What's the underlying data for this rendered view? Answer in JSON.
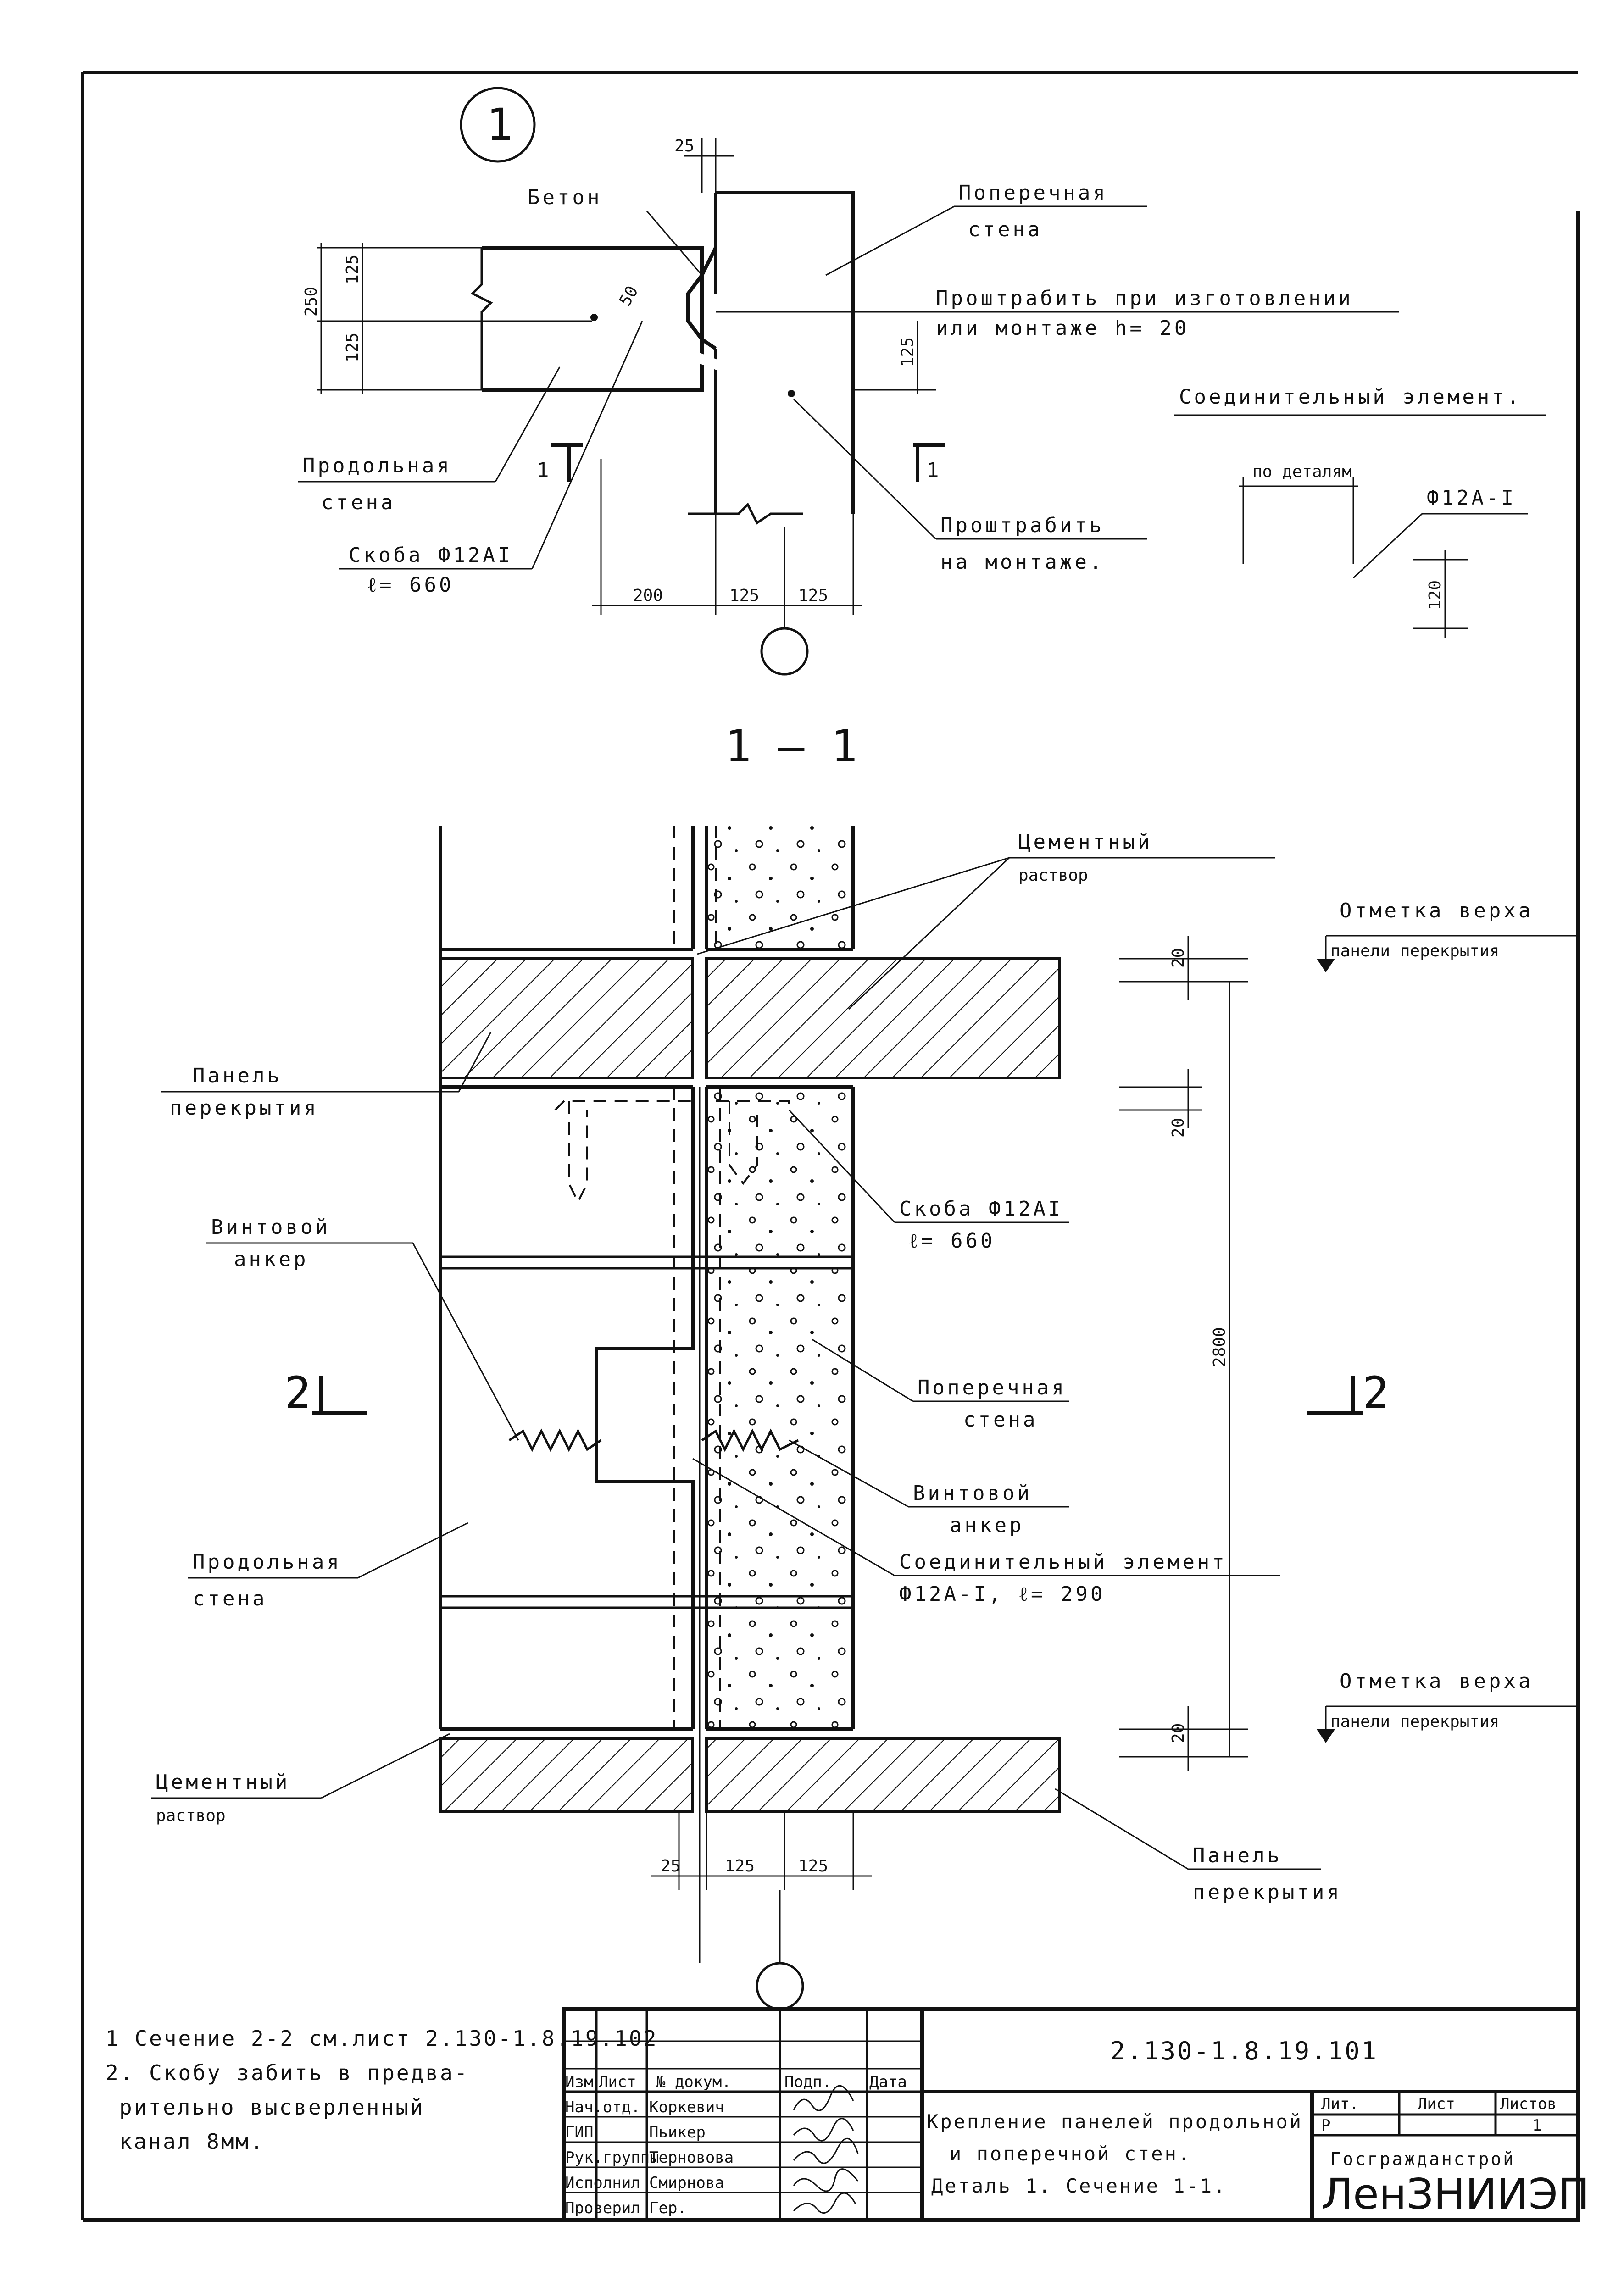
{
  "detail_mark": "1",
  "section_title": "1 — 1",
  "top_view": {
    "labels": {
      "beton": "Бетон",
      "poperechnaya_stena": [
        "Поперечная",
        "стена"
      ],
      "proshtrabit_izgot": [
        "Проштрабить при изготовлении",
        "или монтаже   h= 20"
      ],
      "prodolnaya_stena": [
        "Продольная",
        "стена"
      ],
      "skoba": [
        "Скоба Ф12АI",
        "ℓ= 660"
      ],
      "proshtrabit_montazh": [
        "Проштрабить",
        "на монтаже."
      ],
      "section_mark": "1"
    },
    "dims": {
      "d25": "25",
      "d250": "250",
      "d125a": "125",
      "d125b": "125",
      "d125c": "125",
      "d50": "50",
      "d200": "200",
      "d125d": "125",
      "d125e": "125"
    }
  },
  "connector": {
    "title": "Соединительный элемент.",
    "po_detalyam": "по деталям",
    "spec": "Ф12А-I",
    "dim": "120"
  },
  "section_view": {
    "labels": {
      "cement_top": [
        "Цементный",
        "раствор"
      ],
      "otmetka_top": [
        "Отметка верха",
        "панели перекрытия"
      ],
      "panel_left": [
        "Панель",
        "перекрытия"
      ],
      "skoba": [
        "Скоба Ф12АI",
        "ℓ= 660"
      ],
      "vint_left": [
        "Винтовой",
        "анкер"
      ],
      "poperechnaya": [
        "Поперечная",
        "стена"
      ],
      "vint_right": [
        "Винтовой",
        "анкер"
      ],
      "soed": [
        "Соединительный элемент",
        "Ф12А-I,  ℓ= 290"
      ],
      "prodolnaya": [
        "Продольная",
        "стена"
      ],
      "otmetka_bot": [
        "Отметка верха",
        "панели перекрытия"
      ],
      "cement_bot": [
        "Цементный",
        "раствор"
      ],
      "panel_right": [
        "Панель",
        "перекрытия"
      ],
      "mark2": "2"
    },
    "dims": {
      "d20a": "20",
      "d20b": "20",
      "d20c": "20",
      "h2800": "2800",
      "b25": "25",
      "b125a": "125",
      "b125b": "125"
    }
  },
  "notes": [
    "1 Сечение 2-2  см.лист 2.130-1.8.19.102",
    "2. Скобу забить в предва-",
    "рительно высверленный",
    "канал 8мм."
  ],
  "title_block": {
    "code": "2.130-1.8.19.101",
    "headers": [
      "Изм",
      "Лист",
      "№ докум.",
      "Подп.",
      "Дата"
    ],
    "rows": [
      {
        "role": "Нач.отд.",
        "name": "Коркевич"
      },
      {
        "role": "ГИП",
        "name": "Пьикер"
      },
      {
        "role": "Рук.группы",
        "name": "Терновова"
      },
      {
        "role": "Исполнил",
        "name": "Смирнова"
      },
      {
        "role": "Проверил",
        "name": "Гер."
      }
    ],
    "title_lines": [
      "Крепление панелей продольной",
      "и поперечной стен.",
      "Деталь 1.  Сечение 1-1."
    ],
    "lit_header": "Лит.",
    "list_header": "Лист",
    "listov_header": "Листов",
    "lit_value": "Р",
    "listov_value": "1",
    "org_line1": "Госгражданстрой",
    "org_line2": "ЛенЗНИИЭП"
  }
}
